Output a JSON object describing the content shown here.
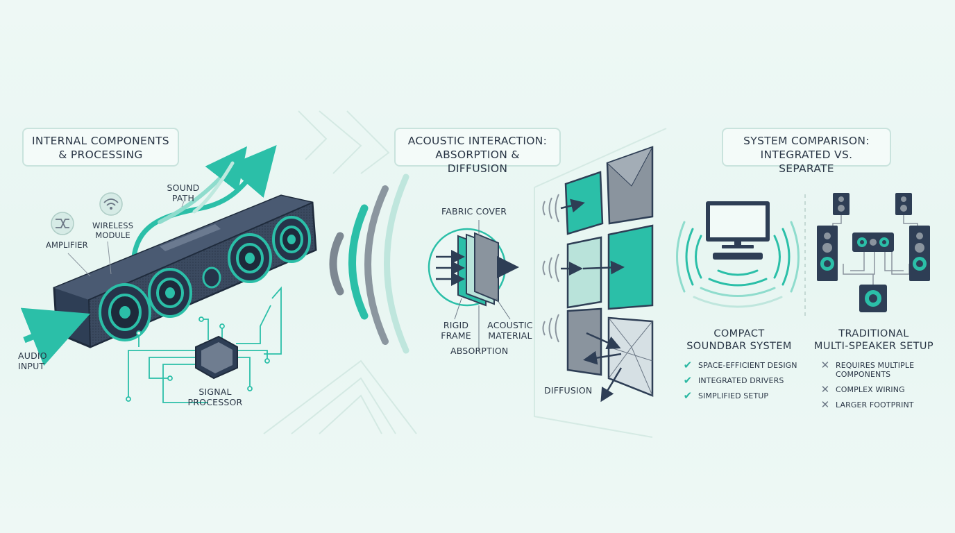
{
  "panels": {
    "internal": {
      "title_line1": "INTERNAL COMPONENTS",
      "title_line2": "& PROCESSING",
      "labels": {
        "sound_path_1": "SOUND",
        "sound_path_2": "PATH",
        "wireless_1": "WIRELESS",
        "wireless_2": "MODULE",
        "amplifier": "AMPLIFIER",
        "audio_input_1": "AUDIO",
        "audio_input_2": "INPUT",
        "signal_proc_1": "SIGNAL",
        "signal_proc_2": "PROCESSOR"
      }
    },
    "acoustic": {
      "title_line1": "ACOUSTIC INTERACTION:",
      "title_line2": "ABSORPTION & DIFFUSION",
      "labels": {
        "fabric_cover": "FABRIC COVER",
        "rigid_1": "RIGID",
        "rigid_2": "FRAME",
        "acoustic_1": "ACOUSTIC",
        "acoustic_2": "MATERIAL",
        "absorption": "ABSORPTION",
        "diffusion": "DIFFUSION"
      }
    },
    "comparison": {
      "title_line1": "SYSTEM COMPARISON:",
      "title_line2": "INTEGRATED VS. SEPARATE",
      "compact": {
        "title_line1": "COMPACT",
        "title_line2": "SOUNDBAR SYSTEM",
        "features": [
          "SPACE-EFFICIENT DESIGN",
          "INTEGRATED DRIVERS",
          "SIMPLIFIED SETUP"
        ]
      },
      "traditional": {
        "title_line1": "TRADITIONAL",
        "title_line2": "MULTI-SPEAKER SETUP",
        "features_1a": "REQUIRES MULTIPLE",
        "features_1b": "COMPONENTS",
        "features_2": "COMPLEX WIRING",
        "features_3": "LARGER FOOTPRINT"
      }
    }
  },
  "icons": {
    "check": "✔",
    "cross": "✕"
  },
  "colors": {
    "teal": "#2bbfa8",
    "navy": "#2e3e55",
    "grey": "#8a949e",
    "light_teal": "#bfe6dd"
  }
}
